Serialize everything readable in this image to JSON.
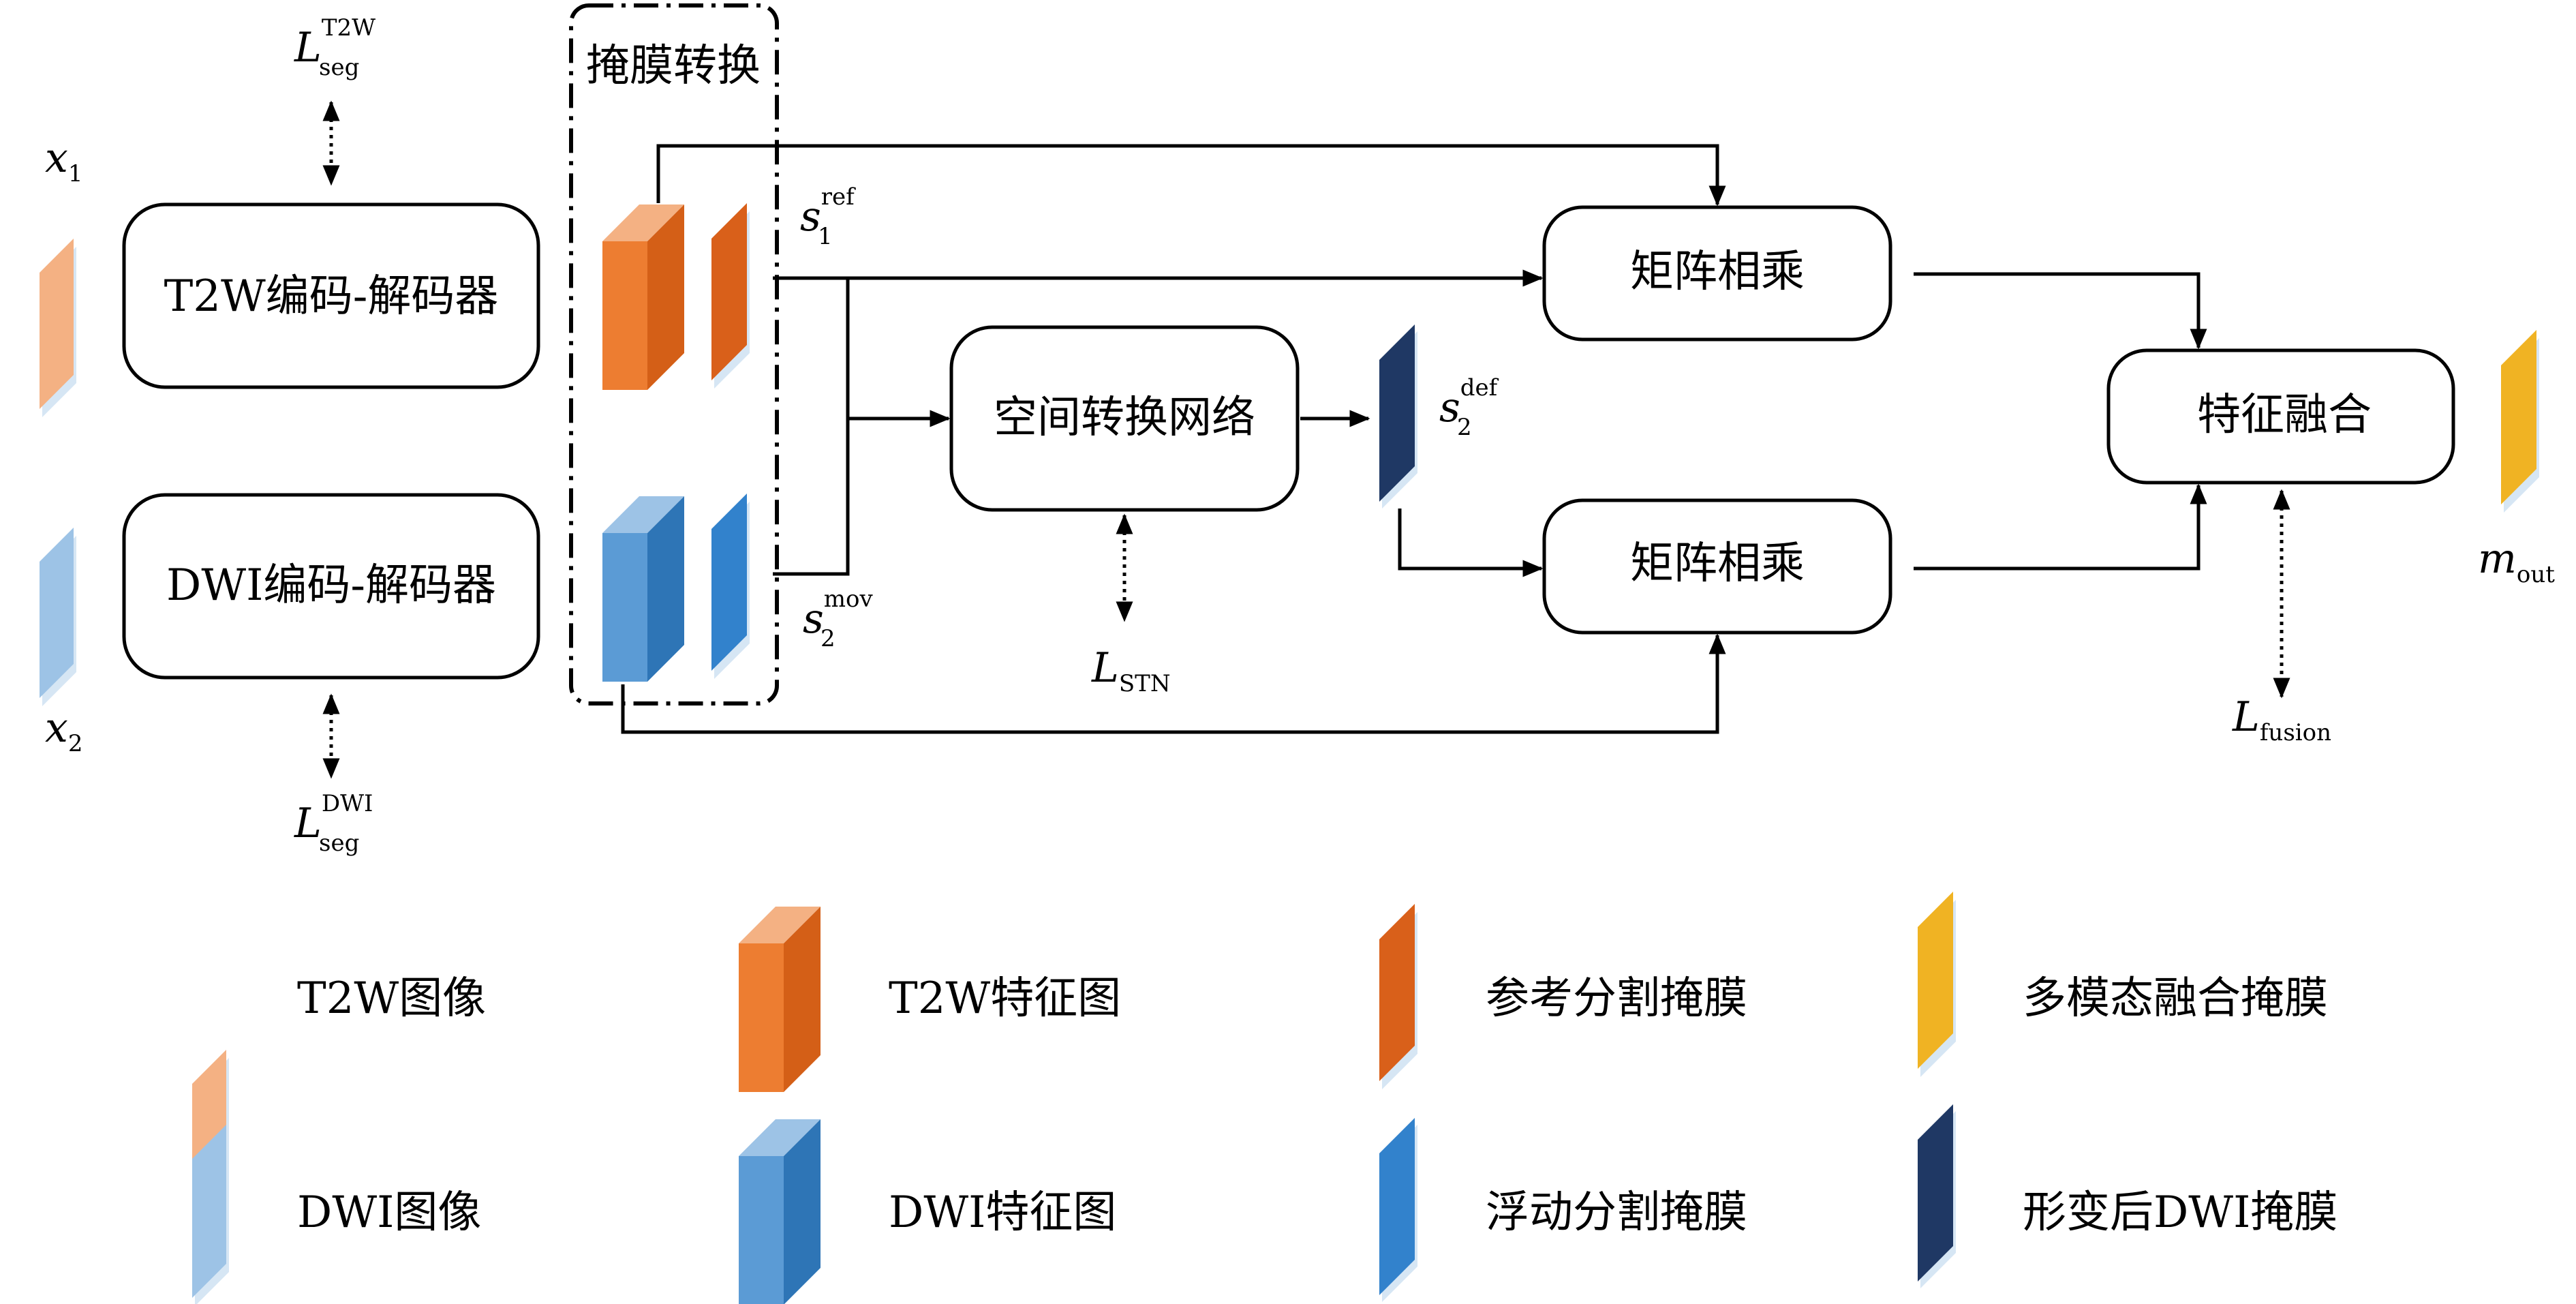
{
  "colors": {
    "t2w_image": "#f4b183",
    "t2w_feature_front": "#ed7d31",
    "t2w_feature_side": "#d45f17",
    "t2w_feature_top": "#f4b183",
    "ref_mask": "#d9601a",
    "dwi_image": "#9dc3e6",
    "dwi_feature_front": "#5b9bd5",
    "dwi_feature_side": "#2e75b6",
    "dwi_feature_top": "#9dc3e6",
    "mov_mask": "#3282cc",
    "def_mask": "#1f3864",
    "fused_mask": "#f0b323",
    "shadow": "#d6e6f4"
  },
  "boxes": {
    "t2w_encoder": "T2W编码-解码器",
    "dwi_encoder": "DWI编码-解码器",
    "mask_transform": "掩膜转换",
    "stn": "空间转换网络",
    "matmul_top": "矩阵相乘",
    "matmul_bottom": "矩阵相乘",
    "fusion": "特征融合"
  },
  "symbols": {
    "x1": {
      "base": "x",
      "sub": "1"
    },
    "x2": {
      "base": "x",
      "sub": "2"
    },
    "l_seg_t2w": {
      "base": "L",
      "sup": "T2W",
      "sub": "seg"
    },
    "l_seg_dwi": {
      "base": "L",
      "sup": "DWI",
      "sub": "seg"
    },
    "s1_ref": {
      "base": "s",
      "sup": "ref",
      "sub": "1"
    },
    "s2_mov": {
      "base": "s",
      "sup": "mov",
      "sub": "2"
    },
    "s2_def": {
      "base": "s",
      "sup": "def",
      "sub": "2"
    },
    "l_stn": {
      "base": "L",
      "sub": "STN"
    },
    "l_fusion": {
      "base": "L",
      "sub": "fusion"
    },
    "m_out": {
      "base": "m",
      "sub": "out"
    }
  },
  "legend": [
    {
      "label": "T2W图像",
      "shape": "slab",
      "color": "t2w_image"
    },
    {
      "label": "T2W特征图",
      "shape": "cube",
      "color": "t2w"
    },
    {
      "label": "参考分割掩膜",
      "shape": "slab",
      "color": "ref_mask"
    },
    {
      "label": "多模态融合掩膜",
      "shape": "slab",
      "color": "fused_mask"
    },
    {
      "label": "DWI图像",
      "shape": "slab",
      "color": "dwi_image"
    },
    {
      "label": "DWI特征图",
      "shape": "cube",
      "color": "dwi"
    },
    {
      "label": "浮动分割掩膜",
      "shape": "slab",
      "color": "mov_mask"
    },
    {
      "label": "形变后DWI掩膜",
      "shape": "slab",
      "color": "def_mask"
    }
  ]
}
